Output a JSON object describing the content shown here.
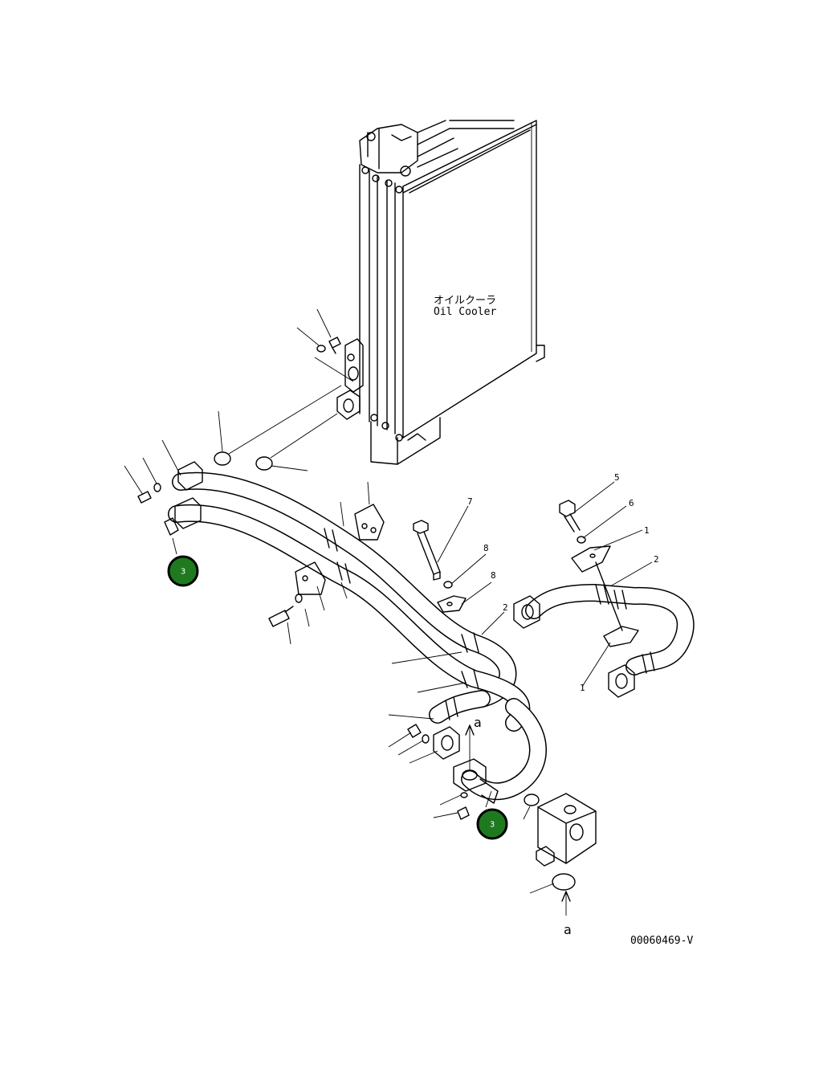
{
  "component": {
    "name_jp": "オイルクーラ",
    "name_en": "Oil Cooler"
  },
  "callouts": [
    {
      "number": "3"
    },
    {
      "number": "3"
    }
  ],
  "arrow_labels": {
    "upper": "a",
    "lower": "a"
  },
  "part_numbers": {
    "bolt_right": "5",
    "washer_right": "6",
    "clamp_right_top": "1",
    "hose_right": "2",
    "clamp_right_bottom": "1",
    "bolt_center": "7",
    "washer_center": "8",
    "clamp_center": "8",
    "hose_center": "2"
  },
  "drawing_number": "00060469-V",
  "colors": {
    "callout_fill": "#1f7a1f",
    "line": "#000000",
    "background": "#ffffff"
  }
}
